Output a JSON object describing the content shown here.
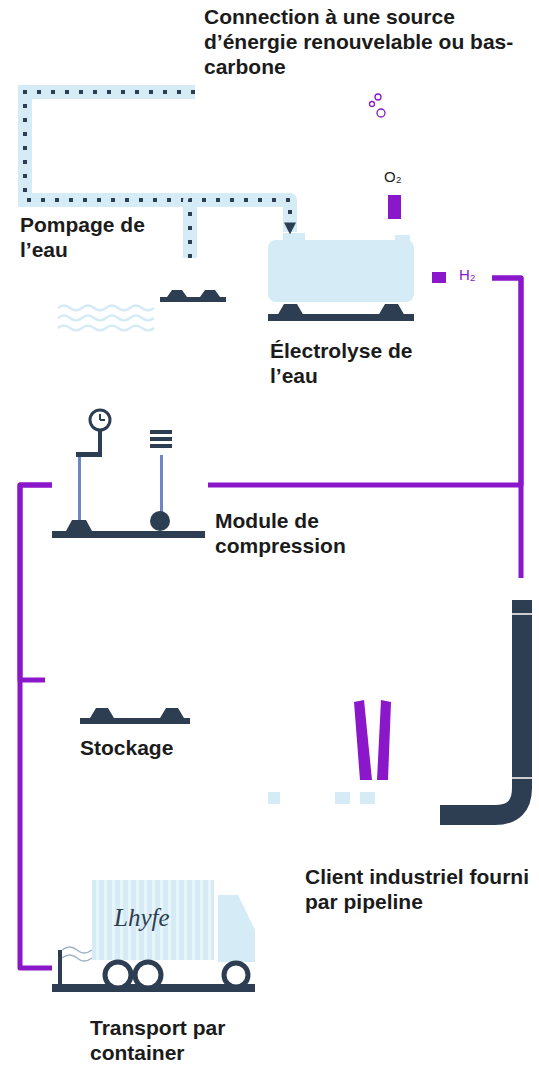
{
  "diagram": {
    "nodes": [
      {
        "text": [
          "Pompage de l’eau"
        ]
      },
      {
        "text": [
          "Électrolyse de l’eau"
        ]
      },
      {
        "text": [
          "Module de compression"
        ]
      },
      {
        "text": [
          "Stockage"
        ]
      },
      {
        "text": [
          "Client industriel fourni par pipeline"
        ]
      },
      {
        "text": [
          "Transport par container"
        ]
      }
    ],
    "edges": [
      {
        "from": 0,
        "to": 1,
        "arrow": "to"
      },
      {
        "from": 1,
        "to": 2,
        "arrow": "none"
      },
      {
        "from": 1,
        "to": 4,
        "arrow": "none"
      },
      {
        "from": 2,
        "to": 3,
        "arrow": "none"
      },
      {
        "from": 2,
        "to": 5,
        "arrow": "none"
      }
    ],
    "labels": [
      "Connection à une source d’énergie renouvelable ou bas-carbone",
      "O₂",
      "H₂",
      "Lhyfe"
    ]
  }
}
